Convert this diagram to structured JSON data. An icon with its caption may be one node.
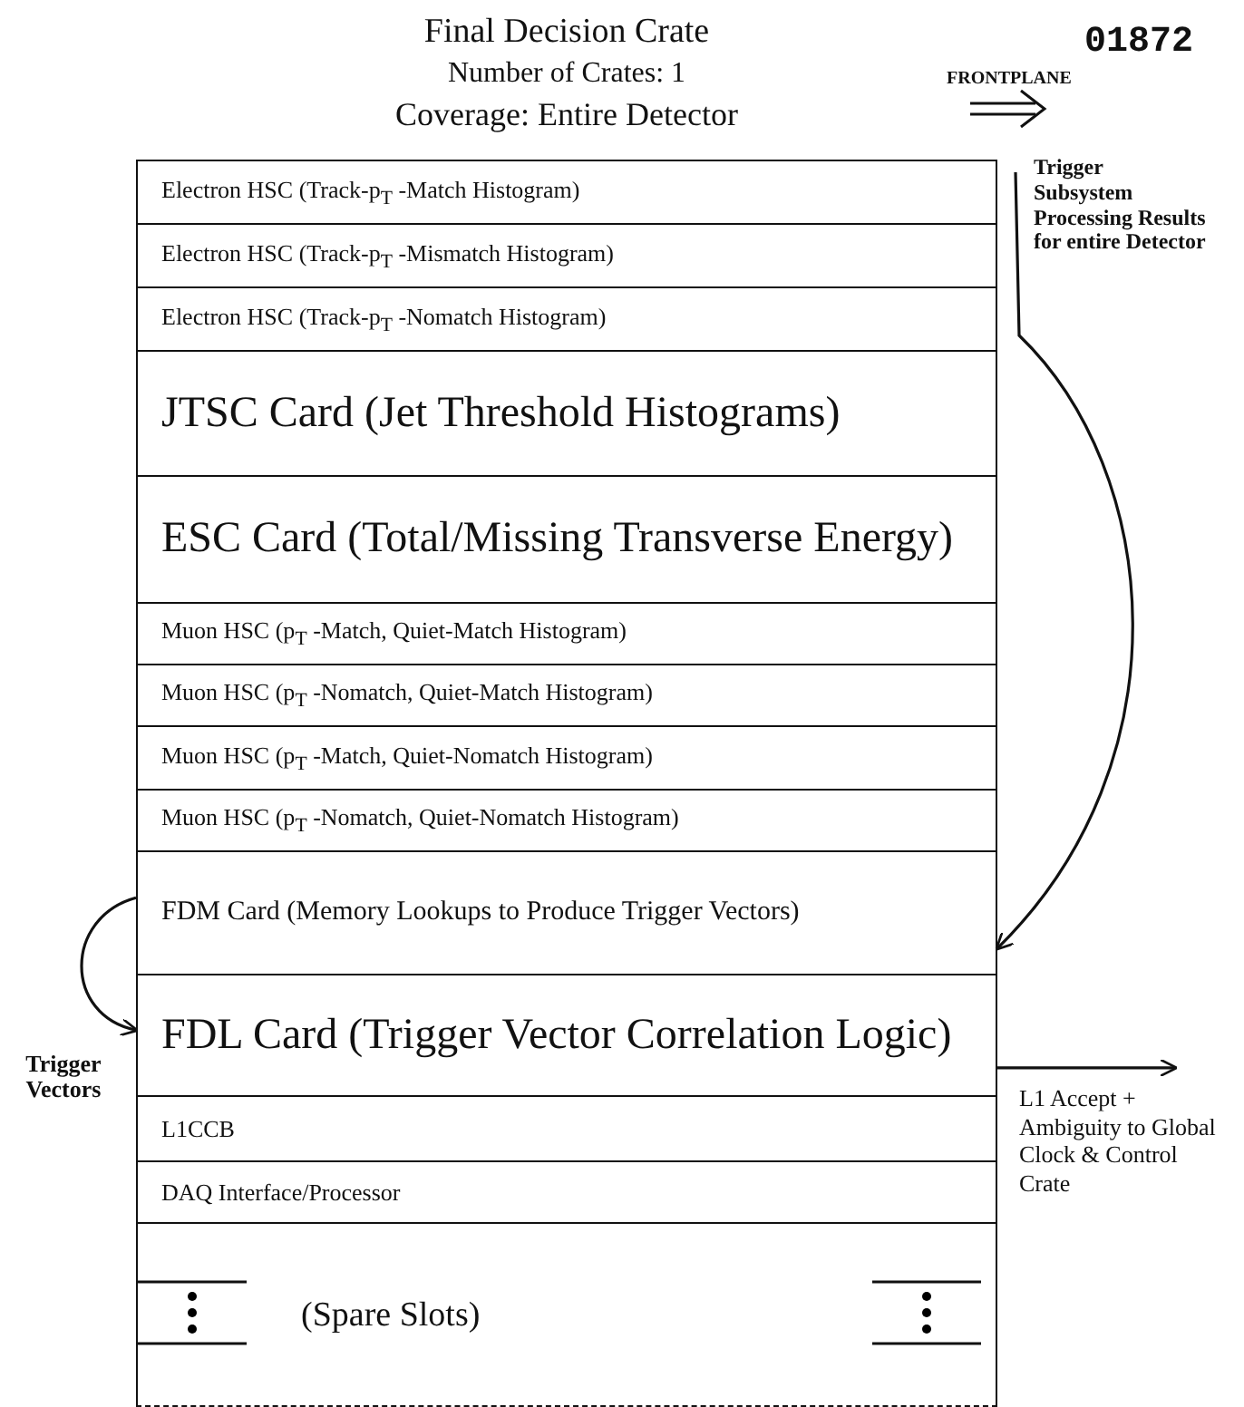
{
  "diagram": {
    "nodes": [
      {
        "text": [
          "Final Decision Crate",
          "Number of Crates: 1",
          "Coverage: Entire Detector"
        ]
      },
      {
        "text": [
          "Electron HSC (Track-p$_{T}$ -Match Histogram)"
        ],
        "in": 0
      },
      {
        "text": [
          "Electron HSC (Track-p$_{T}$ -Mismatch Histogram)"
        ],
        "in": 0
      },
      {
        "text": [
          "Electron HSC (Track-p$_{T}$ -Nomatch Histogram)"
        ],
        "in": 0
      },
      {
        "text": [
          "JTSC Card (Jet Threshold Histograms)"
        ],
        "in": 0
      },
      {
        "text": [
          "ESC Card (Total/Missing Transverse Energy)"
        ],
        "in": 0
      },
      {
        "text": [
          "Muon HSC (p$_{T}$ -Match, Quiet-Match Histogram)"
        ],
        "in": 0
      },
      {
        "text": [
          "Muon HSC (p$_{T}$ -Nomatch, Quiet-Match Histogram)"
        ],
        "in": 0
      },
      {
        "text": [
          "Muon HSC (p$_{T}$ -Match, Quiet-Nomatch Histogram)"
        ],
        "in": 0
      },
      {
        "text": [
          "Muon HSC (p$_{T}$ -Nomatch, Quiet-Nomatch Histogram)"
        ],
        "in": 0
      },
      {
        "text": [
          "FDM Card (Memory Lookups to Produce Trigger Vectors)"
        ],
        "in": 0
      },
      {
        "text": [
          "FDL Card (Trigger Vector Correlation Logic)"
        ],
        "in": 0
      },
      {
        "text": [
          "L1CCB"
        ],
        "in": 0
      },
      {
        "text": [
          "DAQ Interface/Processor"
        ],
        "in": 0
      },
      {
        "text": [
          "(Spare Slots)"
        ],
        "in": 0
      }
    ],
    "edges": [
      {
        "from": null,
        "to": 10,
        "arrow": "to",
        "label": "Trigger Subsystem Processing Results for entire Detector"
      },
      {
        "from": 10,
        "to": 11,
        "arrow": "to",
        "label": "Trigger Vectors"
      },
      {
        "from": 11,
        "to": null,
        "arrow": "to",
        "label": "L1 Accept + Ambiguity to Global Clock & Control Crate"
      }
    ],
    "labels": [
      "01872",
      "FRONTPLANE"
    ]
  }
}
